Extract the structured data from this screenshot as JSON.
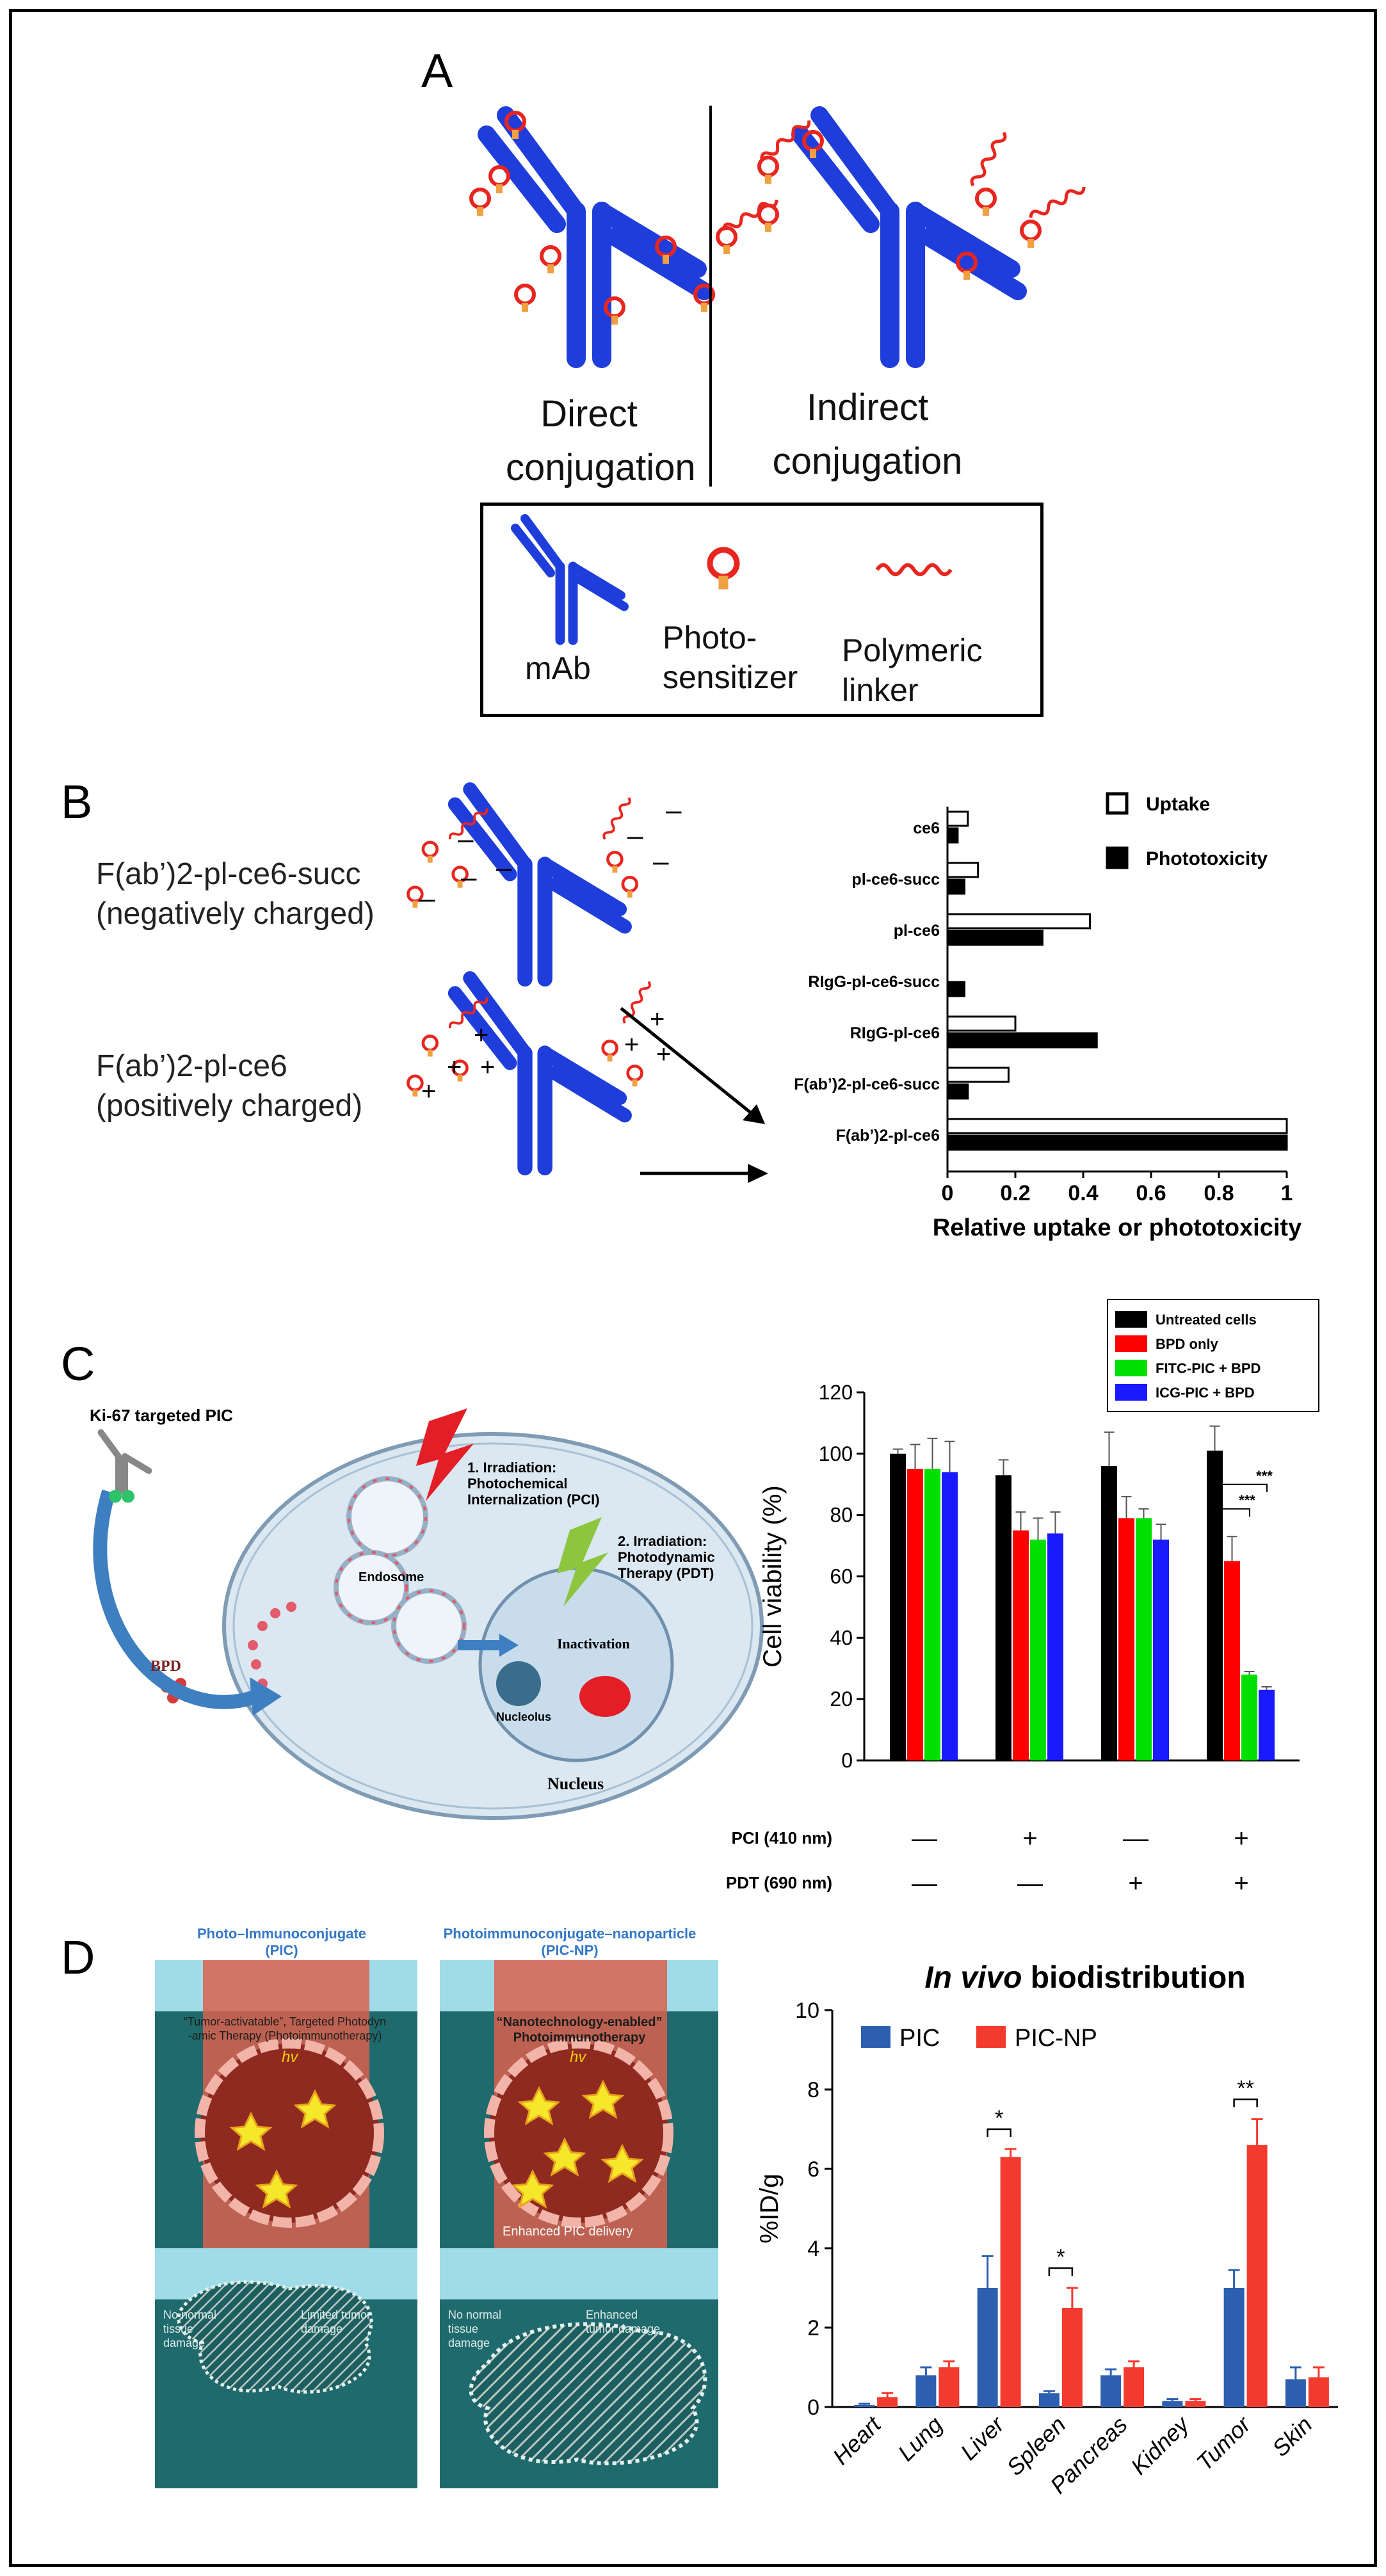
{
  "panels": {
    "a": {
      "letter": "A",
      "direct_label": [
        "Direct",
        "conjugation"
      ],
      "indirect_label": [
        "Indirect",
        "conjugation"
      ],
      "legend": {
        "mab": "mAb",
        "photosensitizer": [
          "Photo-",
          "sensitizer"
        ],
        "linker": [
          "Polymeric",
          "linker"
        ]
      }
    },
    "b": {
      "letter": "B",
      "molecule_1": [
        "F(ab’)2-pl-ce6-succ",
        "(negatively charged)"
      ],
      "molecule_2": [
        "F(ab’)2-pl-ce6",
        "(positively charged)"
      ]
    },
    "c": {
      "letter": "C",
      "diagram": {
        "ki67": "Ki-67 targeted PIC",
        "bpd": "BPD",
        "irr1": [
          "1. Irradiation:",
          "Photochemical",
          "Internalization (PCI)"
        ],
        "irr2": [
          "2. Irradiation:",
          "Photodynamic",
          "Therapy (PDT)"
        ],
        "endosome": "Endosome",
        "inactivation": "Inactivation",
        "nucleolus": "Nucleolus",
        "nucleus": "Nucleus"
      }
    },
    "d": {
      "letter": "D",
      "left_heading": [
        "Photo–Immunoconjugate",
        "(PIC)"
      ],
      "right_heading": [
        "Photoimmunoconjugate–nanoparticle",
        "(PIC-NP)"
      ],
      "left_banner": [
        "“Tumor-activatable”, Targeted Photodyn",
        "-amic Therapy (Photoimmunotherapy)"
      ],
      "right_banner": [
        "“Nanotechnology-enabled”",
        "Photoimmunotherapy"
      ],
      "hv": "hv",
      "enhanced_delivery": "Enhanced PIC delivery",
      "left_bottom": [
        "No normal",
        "tissue",
        "damage"
      ],
      "left_bottom_2": [
        "Limited tumor",
        "damage"
      ],
      "right_bottom": [
        "No normal",
        "tissue",
        "damage"
      ],
      "right_bottom_2": [
        "Enhanced",
        "tumor damage"
      ]
    }
  },
  "colors": {
    "antibody": "#1f3ddb",
    "photosensitizer": "#e8261f",
    "bar_untreated": "#000000",
    "bar_bpd": "#ff0000",
    "bar_fitc": "#00e000",
    "bar_icg": "#1a1aff",
    "pic": "#2d5fb0",
    "picnp": "#f23a2f"
  },
  "chart_data": [
    {
      "type": "bar",
      "orientation": "horizontal",
      "categories": [
        "ce6",
        "pl-ce6-succ",
        "pl-ce6",
        "RIgG-pl-ce6-succ",
        "RIgG-pl-ce6",
        "F(ab’)2-pl-ce6-succ",
        "F(ab’)2-pl-ce6"
      ],
      "series": [
        {
          "name": "Uptake",
          "values": [
            0.06,
            0.09,
            0.42,
            0.0,
            0.2,
            0.18,
            1.0
          ]
        },
        {
          "name": "Phototoxicity",
          "values": [
            0.03,
            0.05,
            0.28,
            0.05,
            0.44,
            0.06,
            1.0
          ]
        }
      ],
      "xlabel": "Relative uptake or phototoxicity",
      "xticks": [
        "0",
        "0.2",
        "0.4",
        "0.6",
        "0.8",
        "1"
      ],
      "xlim": [
        0,
        1
      ]
    },
    {
      "type": "bar",
      "groups": [
        {
          "pci": "—",
          "pdt": "—"
        },
        {
          "pci": "+",
          "pdt": "—"
        },
        {
          "pci": "—",
          "pdt": "+"
        },
        {
          "pci": "+",
          "pdt": "+"
        }
      ],
      "row_labels": {
        "pci": "PCI (410 nm)",
        "pdt": "PDT (690 nm)"
      },
      "series": [
        {
          "name": "Untreated cells",
          "values": [
            100,
            93,
            96,
            101
          ],
          "errors": [
            1.5,
            5,
            11,
            8
          ]
        },
        {
          "name": "BPD only",
          "values": [
            95,
            75,
            79,
            65
          ],
          "errors": [
            8,
            6,
            7,
            8
          ]
        },
        {
          "name": "FITC-PIC + BPD",
          "values": [
            95,
            72,
            79,
            28
          ],
          "errors": [
            10,
            7,
            3,
            1
          ]
        },
        {
          "name": "ICG-PIC + BPD",
          "values": [
            94,
            74,
            72,
            23
          ],
          "errors": [
            10,
            7,
            5,
            1
          ]
        }
      ],
      "ylabel": "Cell viability (%)",
      "yticks": [
        "0",
        "20",
        "40",
        "60",
        "80",
        "100",
        "120"
      ],
      "ylim": [
        0,
        120
      ],
      "significance": [
        "***",
        "***"
      ]
    },
    {
      "type": "bar",
      "title": "In vivo biodistribution",
      "title_italic": "In vivo",
      "title_rest": " biodistribution",
      "categories": [
        "Heart",
        "Lung",
        "Liver",
        "Spleen",
        "Pancreas",
        "Kidney",
        "Tumor",
        "Skin"
      ],
      "series": [
        {
          "name": "PIC",
          "values": [
            0.05,
            0.8,
            3.0,
            0.35,
            0.8,
            0.15,
            3.0,
            0.7
          ],
          "errors": [
            0.03,
            0.2,
            0.8,
            0.05,
            0.15,
            0.05,
            0.45,
            0.3
          ]
        },
        {
          "name": "PIC-NP",
          "values": [
            0.25,
            1.0,
            6.3,
            2.5,
            1.0,
            0.15,
            6.6,
            0.75
          ],
          "errors": [
            0.1,
            0.15,
            0.2,
            0.5,
            0.15,
            0.05,
            0.65,
            0.25
          ]
        }
      ],
      "ylabel": "%ID/g",
      "yticks": [
        "0",
        "2",
        "4",
        "6",
        "8",
        "10"
      ],
      "ylim": [
        0,
        10
      ],
      "significance": [
        {
          "category": "Liver",
          "label": "*"
        },
        {
          "category": "Spleen",
          "label": "*"
        },
        {
          "category": "Tumor",
          "label": "**"
        }
      ],
      "legend_position": "top-left"
    }
  ]
}
